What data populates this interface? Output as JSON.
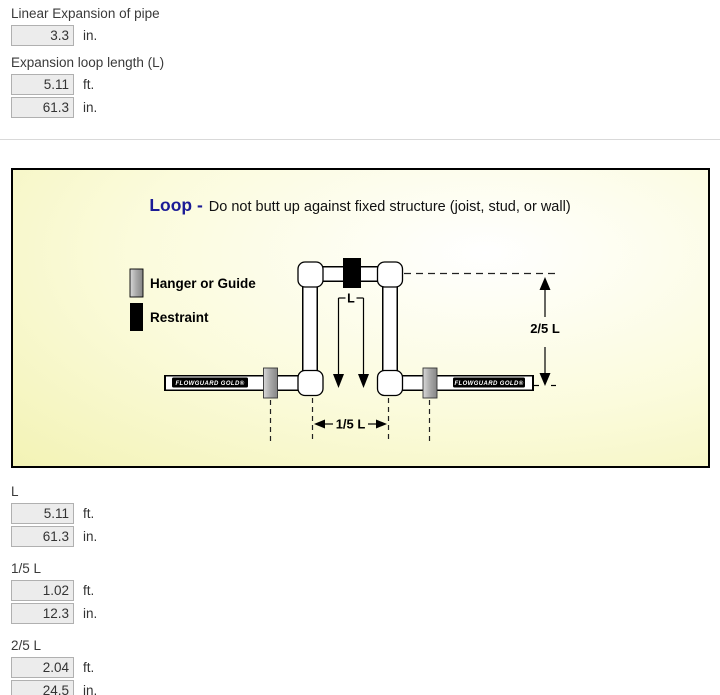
{
  "top": {
    "linear_label": "Linear Expansion of pipe",
    "linear_value": "3.3",
    "linear_unit": "in.",
    "loop_label": "Expansion loop length (L)",
    "loop_ft_value": "5.11",
    "loop_ft_unit": "ft.",
    "loop_in_value": "61.3",
    "loop_in_unit": "in."
  },
  "diagram": {
    "title_bold": "Loop -",
    "title_rest": "Do not butt up against fixed structure (joist, stud, or wall)",
    "legend_hanger": "Hanger or Guide",
    "legend_restraint": "Restraint",
    "label_l": "L",
    "label_fifth": "1/5 L",
    "label_two_fifth": "2/5 L",
    "pipe_brand_left": "FLOWGUARD GOLD®",
    "pipe_brand_right": "FLOWGUARD GOLD®",
    "colors": {
      "title_navy": "#1b1b96",
      "background_yellow": "#f0f0a8",
      "background_glow": "#ffffff",
      "hanger_gray": "#9b9b9b",
      "restraint_black": "#000000",
      "pipe_white": "#ffffff"
    }
  },
  "results": {
    "l_label": "L",
    "l_ft_value": "5.11",
    "l_ft_unit": "ft.",
    "l_in_value": "61.3",
    "l_in_unit": "in.",
    "fifth_label": "1/5 L",
    "fifth_ft_value": "1.02",
    "fifth_ft_unit": "ft.",
    "fifth_in_value": "12.3",
    "fifth_in_unit": "in.",
    "two_fifth_label": "2/5 L",
    "two_fifth_ft_value": "2.04",
    "two_fifth_ft_unit": "ft.",
    "two_fifth_in_value": "24.5",
    "two_fifth_in_unit": "in."
  }
}
